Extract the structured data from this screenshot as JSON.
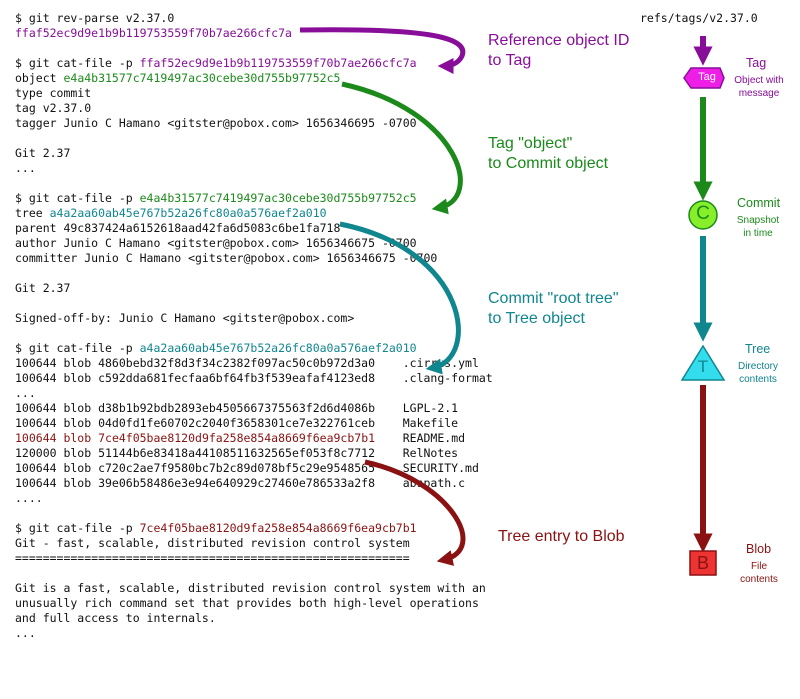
{
  "terminal": {
    "lines": [
      {
        "parts": [
          {
            "t": "$ git rev-parse v2.37.0",
            "c": ""
          }
        ]
      },
      {
        "parts": [
          {
            "t": "ffaf52ec9d9e1b9b119753559f70b7ae266cfc7a",
            "c": "tag-c"
          }
        ]
      },
      {
        "parts": [
          {
            "t": "",
            "c": ""
          }
        ]
      },
      {
        "parts": [
          {
            "t": "$ git cat-file -p ",
            "c": ""
          },
          {
            "t": "ffaf52ec9d9e1b9b119753559f70b7ae266cfc7a",
            "c": "tag-c"
          }
        ]
      },
      {
        "parts": [
          {
            "t": "object ",
            "c": ""
          },
          {
            "t": "e4a4b31577c7419497ac30cebe30d755b97752c5",
            "c": "commit-c"
          }
        ]
      },
      {
        "parts": [
          {
            "t": "type commit",
            "c": ""
          }
        ]
      },
      {
        "parts": [
          {
            "t": "tag v2.37.0",
            "c": ""
          }
        ]
      },
      {
        "parts": [
          {
            "t": "tagger Junio C Hamano <gitster@pobox.com> 1656346695 -0700",
            "c": ""
          }
        ]
      },
      {
        "parts": [
          {
            "t": "",
            "c": ""
          }
        ]
      },
      {
        "parts": [
          {
            "t": "Git 2.37",
            "c": ""
          }
        ]
      },
      {
        "parts": [
          {
            "t": "...",
            "c": ""
          }
        ]
      },
      {
        "parts": [
          {
            "t": "",
            "c": ""
          }
        ]
      },
      {
        "parts": [
          {
            "t": "$ git cat-file -p ",
            "c": ""
          },
          {
            "t": "e4a4b31577c7419497ac30cebe30d755b97752c5",
            "c": "commit-c"
          }
        ]
      },
      {
        "parts": [
          {
            "t": "tree ",
            "c": ""
          },
          {
            "t": "a4a2aa60ab45e767b52a26fc80a0a576aef2a010",
            "c": "tree-c"
          }
        ]
      },
      {
        "parts": [
          {
            "t": "parent 49c837424a6152618aad42fa6d5083c6be1fa718",
            "c": ""
          }
        ]
      },
      {
        "parts": [
          {
            "t": "author Junio C Hamano <gitster@pobox.com> 1656346675 -0700",
            "c": ""
          }
        ]
      },
      {
        "parts": [
          {
            "t": "committer Junio C Hamano <gitster@pobox.com> 1656346675 -0700",
            "c": ""
          }
        ]
      },
      {
        "parts": [
          {
            "t": "",
            "c": ""
          }
        ]
      },
      {
        "parts": [
          {
            "t": "Git 2.37",
            "c": ""
          }
        ]
      },
      {
        "parts": [
          {
            "t": "",
            "c": ""
          }
        ]
      },
      {
        "parts": [
          {
            "t": "Signed-off-by: Junio C Hamano <gitster@pobox.com>",
            "c": ""
          }
        ]
      },
      {
        "parts": [
          {
            "t": "",
            "c": ""
          }
        ]
      },
      {
        "parts": [
          {
            "t": "$ git cat-file -p ",
            "c": ""
          },
          {
            "t": "a4a2aa60ab45e767b52a26fc80a0a576aef2a010",
            "c": "tree-c"
          }
        ]
      },
      {
        "parts": [
          {
            "t": "100644 blob 4860bebd32f8d3f34c2382f097ac50c0b972d3a0    .cirrus.yml",
            "c": ""
          }
        ]
      },
      {
        "parts": [
          {
            "t": "100644 blob c592dda681fecfaa6bf64fb3f539eafaf4123ed8    .clang-format",
            "c": ""
          }
        ]
      },
      {
        "parts": [
          {
            "t": "...",
            "c": ""
          }
        ]
      },
      {
        "parts": [
          {
            "t": "100644 blob d38b1b92bdb2893eb4505667375563f2d6d4086b    LGPL-2.1",
            "c": ""
          }
        ]
      },
      {
        "parts": [
          {
            "t": "100644 blob 04d0fd1fe60702c2040f3658301ce7e322761ceb    Makefile",
            "c": ""
          }
        ]
      },
      {
        "parts": [
          {
            "t": "100644 blob ",
            "c": "blob-c"
          },
          {
            "t": "7ce4f05bae8120d9fa258e854a8669f6ea9cb7b1",
            "c": "blob-c"
          },
          {
            "t": "    README.md",
            "c": ""
          }
        ]
      },
      {
        "parts": [
          {
            "t": "120000 blob 51144b6e83418a44108511632565ef053f8c7712    RelNotes",
            "c": ""
          }
        ]
      },
      {
        "parts": [
          {
            "t": "100644 blob c720c2ae7f9580bc7b2c89d078bf5c29e9548565    SECURITY.md",
            "c": ""
          }
        ]
      },
      {
        "parts": [
          {
            "t": "100644 blob 39e06b58486e3e94e640929c27460e786533a2f8    abspath.c",
            "c": ""
          }
        ]
      },
      {
        "parts": [
          {
            "t": "....",
            "c": ""
          }
        ]
      },
      {
        "parts": [
          {
            "t": "",
            "c": ""
          }
        ]
      },
      {
        "parts": [
          {
            "t": "$ git cat-file -p ",
            "c": ""
          },
          {
            "t": "7ce4f05bae8120d9fa258e854a8669f6ea9cb7b1",
            "c": "blob-c"
          }
        ]
      },
      {
        "parts": [
          {
            "t": "Git - fast, scalable, distributed revision control system",
            "c": ""
          }
        ]
      },
      {
        "parts": [
          {
            "t": "=========================================================",
            "c": ""
          }
        ]
      },
      {
        "parts": [
          {
            "t": "",
            "c": ""
          }
        ]
      },
      {
        "parts": [
          {
            "t": "Git is a fast, scalable, distributed revision control system with an",
            "c": ""
          }
        ]
      },
      {
        "parts": [
          {
            "t": "unusually rich command set that provides both high-level operations",
            "c": ""
          }
        ]
      },
      {
        "parts": [
          {
            "t": "and full access to internals.",
            "c": ""
          }
        ]
      },
      {
        "parts": [
          {
            "t": "...",
            "c": ""
          }
        ]
      }
    ]
  },
  "captions": {
    "ref_to_tag_1": "Reference object ID",
    "ref_to_tag_2": "to Tag",
    "tag_to_commit_1": "Tag \"object\"",
    "tag_to_commit_2": "to Commit object",
    "commit_to_tree_1": "Commit \"root tree\"",
    "commit_to_tree_2": "to Tree object",
    "tree_to_blob": "Tree entry to Blob"
  },
  "legend": {
    "ref_path": "refs/tags/v2.37.0",
    "tag": {
      "glyph": "Tag",
      "title": "Tag",
      "desc1": "Object with",
      "desc2": "message"
    },
    "commit": {
      "glyph": "C",
      "title": "Commit",
      "desc1": "Snapshot",
      "desc2": "in time"
    },
    "tree": {
      "glyph": "T",
      "title": "Tree",
      "desc1": "Directory",
      "desc2": "contents"
    },
    "blob": {
      "glyph": "B",
      "title": "Blob",
      "desc1": "File",
      "desc2": "contents"
    }
  },
  "colors": {
    "tag": "#880e9a",
    "tag_fill": "#ee1ee7",
    "commit": "#1b8a1b",
    "commit_fill": "#86ef2a",
    "tree": "#10868f",
    "tree_fill": "#33ddee",
    "blob": "#8b1212",
    "blob_fill": "#ee3333"
  }
}
